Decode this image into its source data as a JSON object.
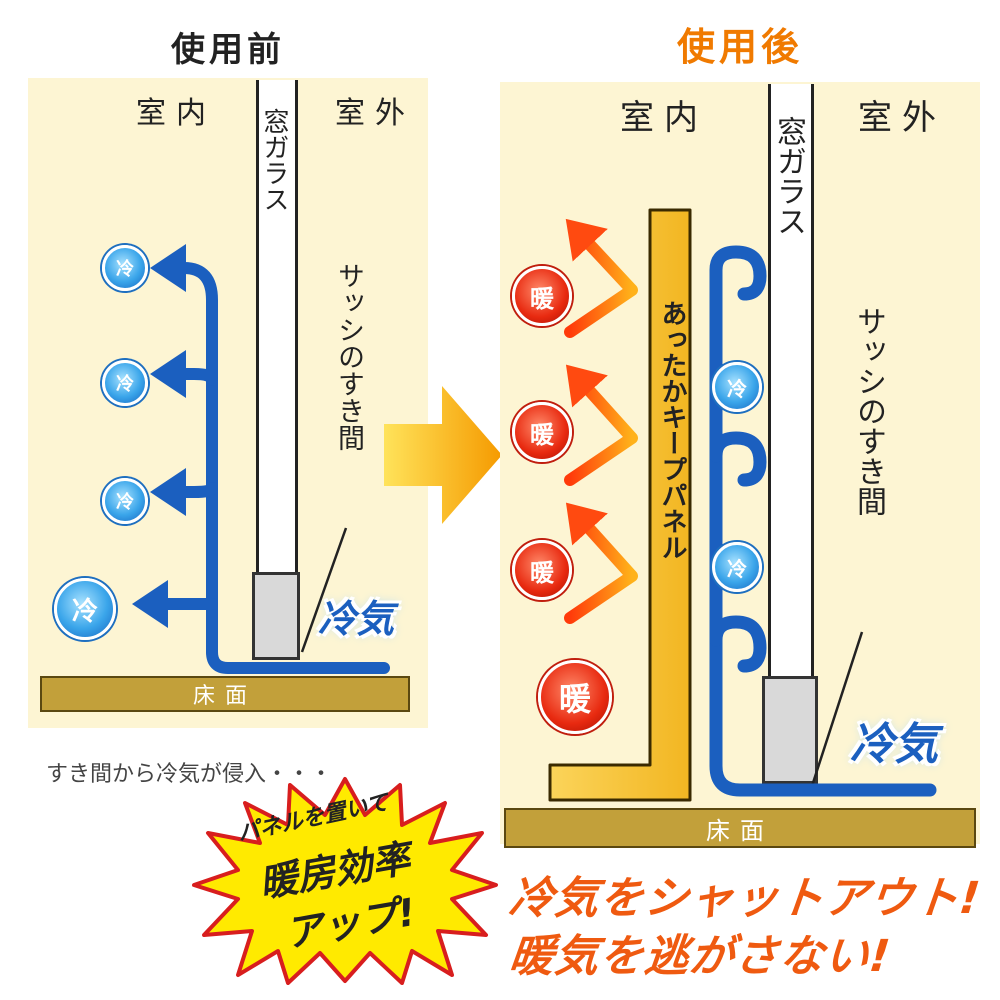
{
  "before": {
    "title": "使用前",
    "indoor": "室内",
    "outdoor": "室外",
    "glass": "窓ガラス",
    "gap": "サッシのすき間",
    "cold_badge": "冷",
    "cold_air": "冷気",
    "floor": "床面",
    "caption": "すき間から冷気が侵入・・・"
  },
  "after": {
    "title": "使用後",
    "indoor": "室内",
    "outdoor": "室外",
    "glass": "窓ガラス",
    "gap": "サッシのすき間",
    "panel": "あったかキープパネル",
    "warm_badge": "暖",
    "cold_badge": "冷",
    "cold_air": "冷気",
    "floor": "床面"
  },
  "starburst": {
    "line1": "パネルを置いて",
    "line2": "暖房効率",
    "line3": "アップ!"
  },
  "slogan": {
    "line1": "冷気をシャットアウト!",
    "line2": "暖気を逃がさない!"
  },
  "colors": {
    "before_title": "#222222",
    "after_title": "#f07a00",
    "cold": "#1565c0",
    "warm": "#e82a10",
    "panel": "#f9c840",
    "floor": "#c2a03a",
    "slogan": "#ef5a10"
  }
}
